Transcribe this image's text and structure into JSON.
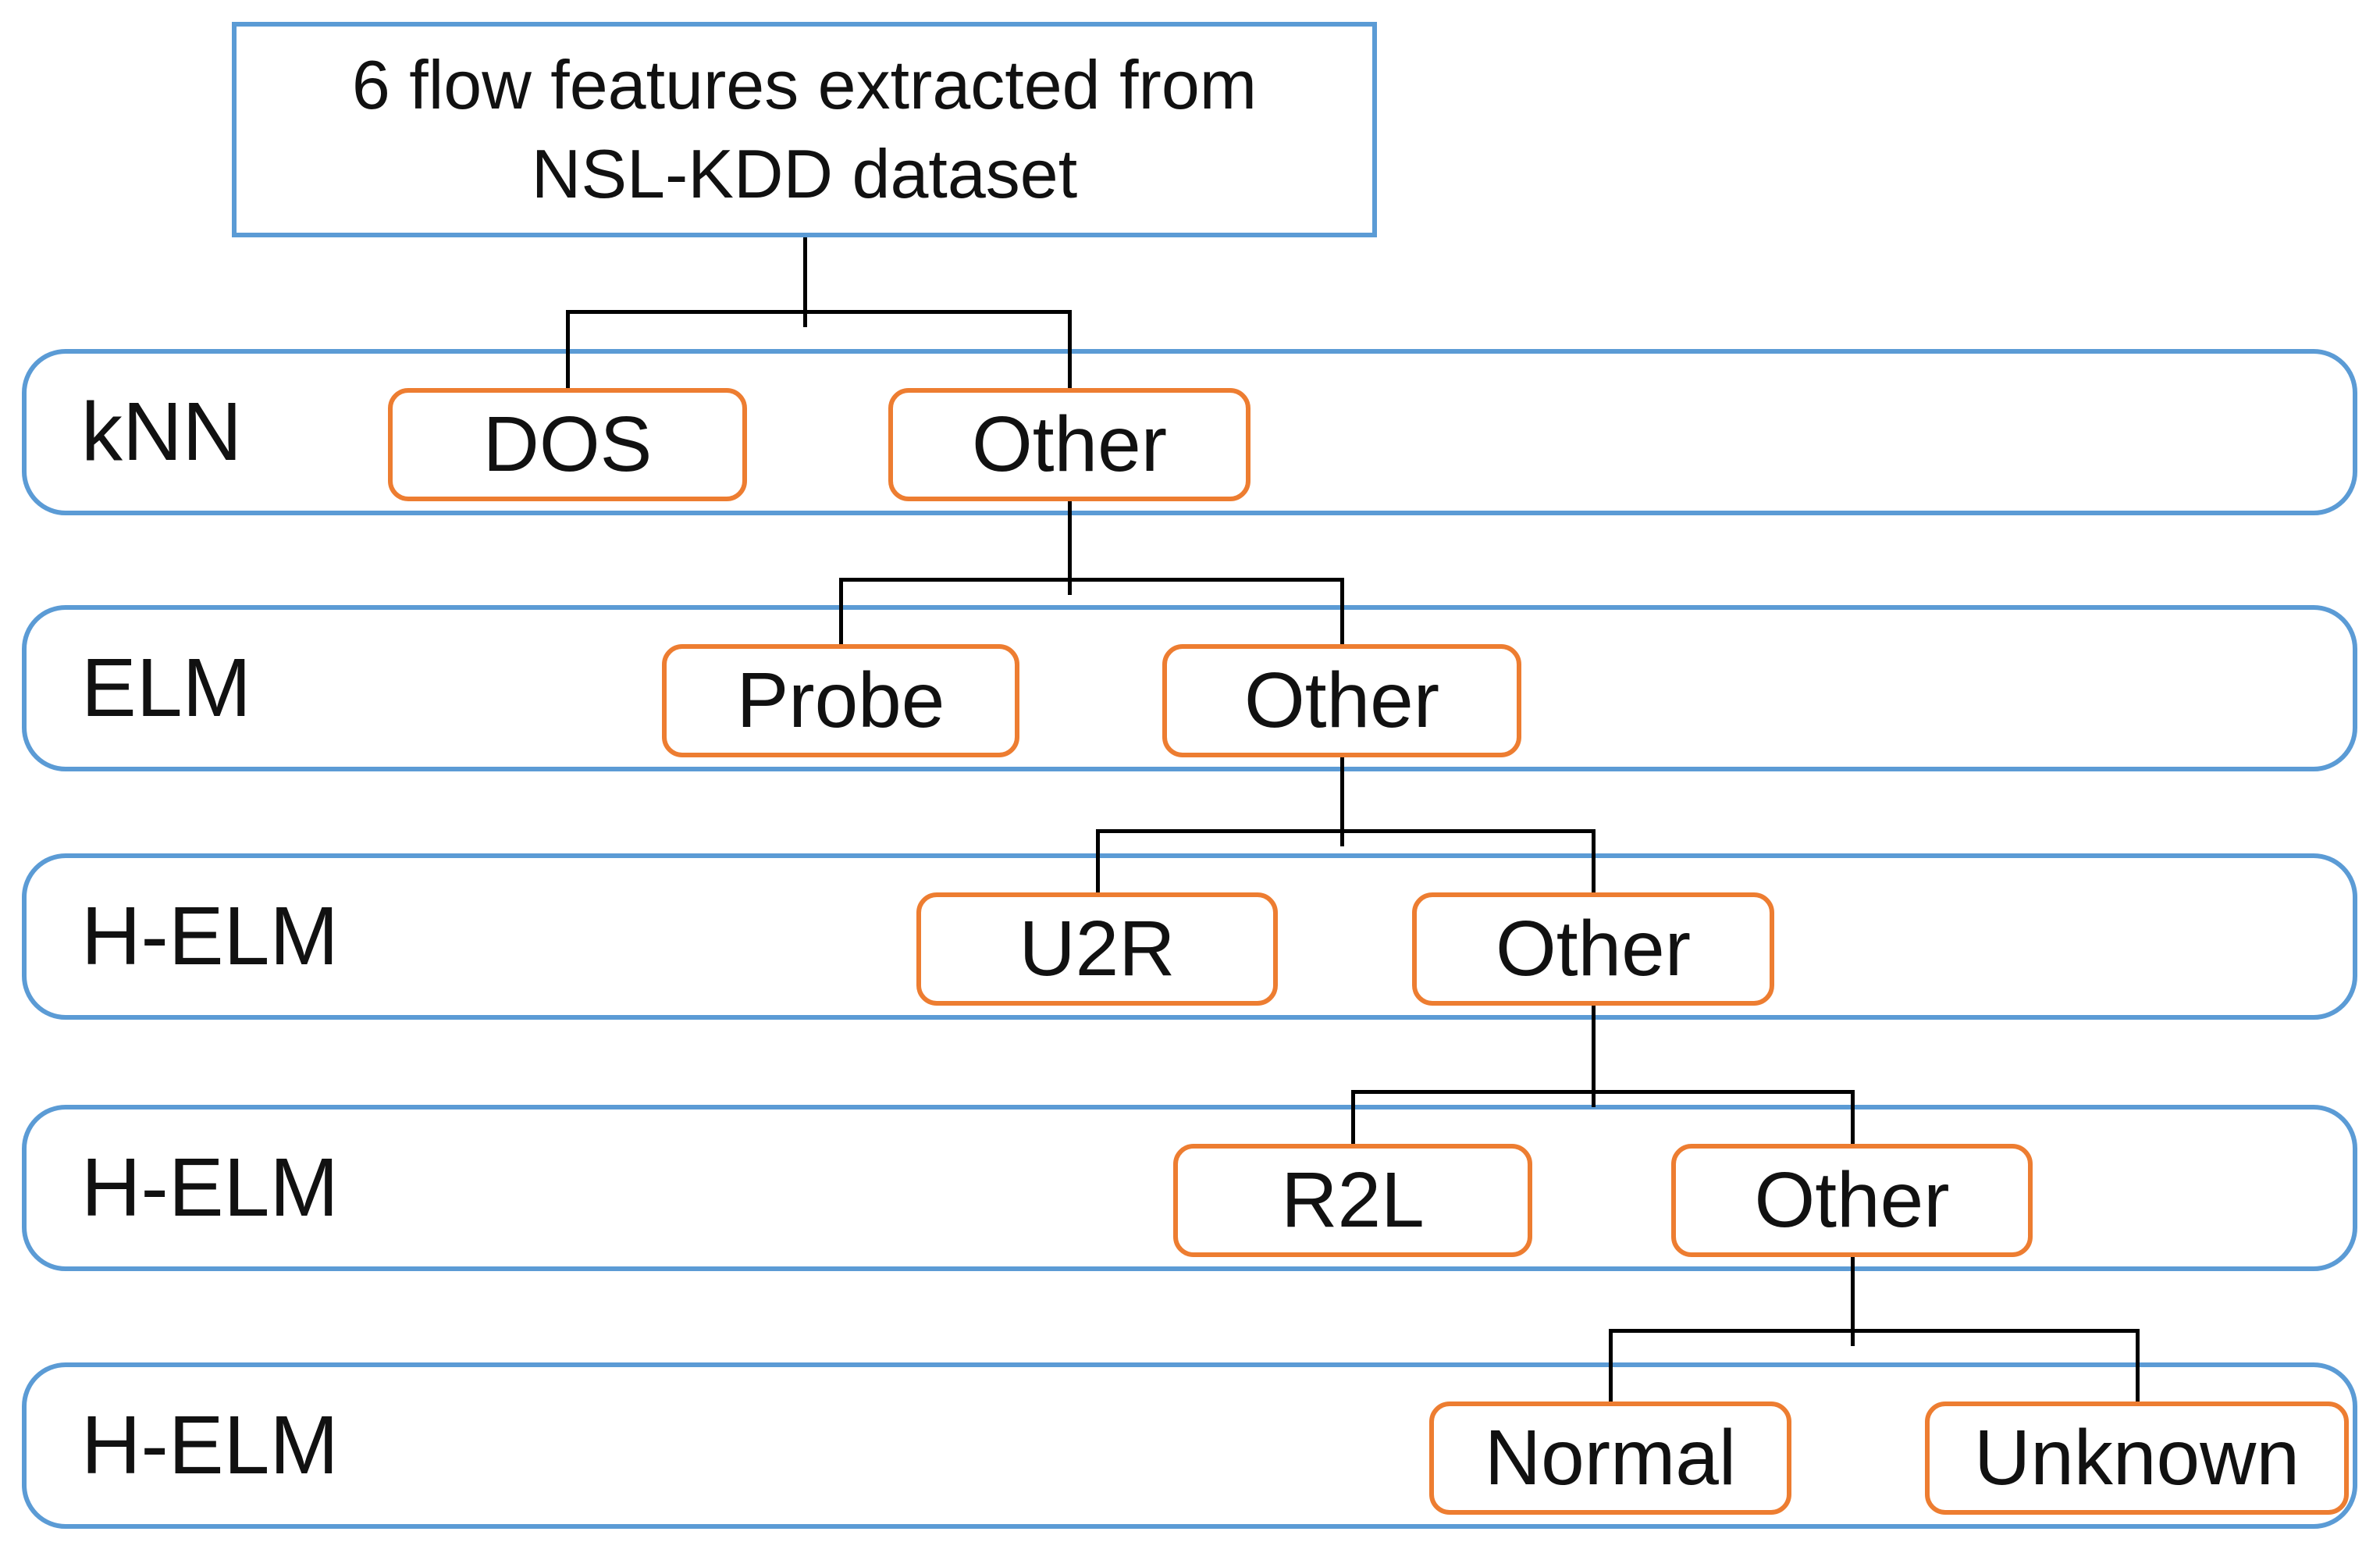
{
  "diagram": {
    "root": {
      "label": "6 flow features extracted from NSL-KDD dataset",
      "lines": [
        "6 flow features extracted from",
        "NSL-KDD dataset"
      ]
    },
    "rows": [
      {
        "classifier": "kNN",
        "left_node": "DOS",
        "right_node": "Other"
      },
      {
        "classifier": "ELM",
        "left_node": "Probe",
        "right_node": "Other"
      },
      {
        "classifier": "H-ELM",
        "left_node": "U2R",
        "right_node": "Other"
      },
      {
        "classifier": "H-ELM",
        "left_node": "R2L",
        "right_node": "Other"
      },
      {
        "classifier": "H-ELM",
        "left_node": "Normal",
        "right_node": "Unknown"
      }
    ],
    "colors": {
      "band_border": "#5B9BD5",
      "root_border": "#5B9BD5",
      "node_border": "#ED7D31",
      "connector": "#000000"
    }
  }
}
